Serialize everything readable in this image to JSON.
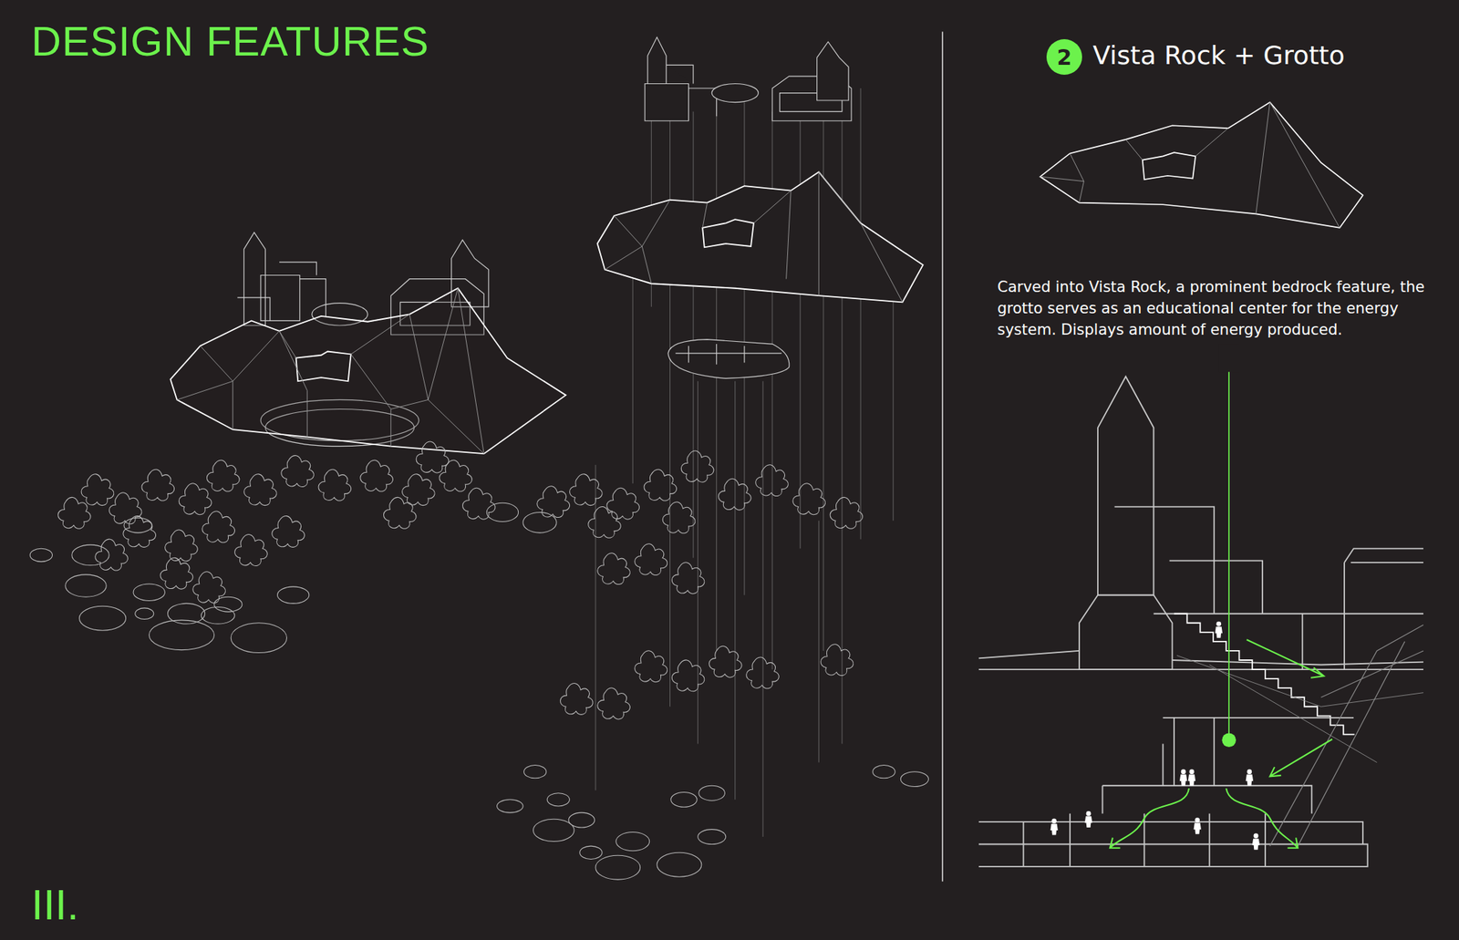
{
  "diagram": {
    "title": "DESIGN FEATURES",
    "nodes": [
      {
        "text": [
          "2"
        ]
      }
    ],
    "labels": [
      "Vista Rock + Grotto",
      "Carved into Vista Rock, a prominent bedrock feature, the grotto serves as an educational center for the energy system. Displays amount of energy produced.",
      "III."
    ]
  }
}
